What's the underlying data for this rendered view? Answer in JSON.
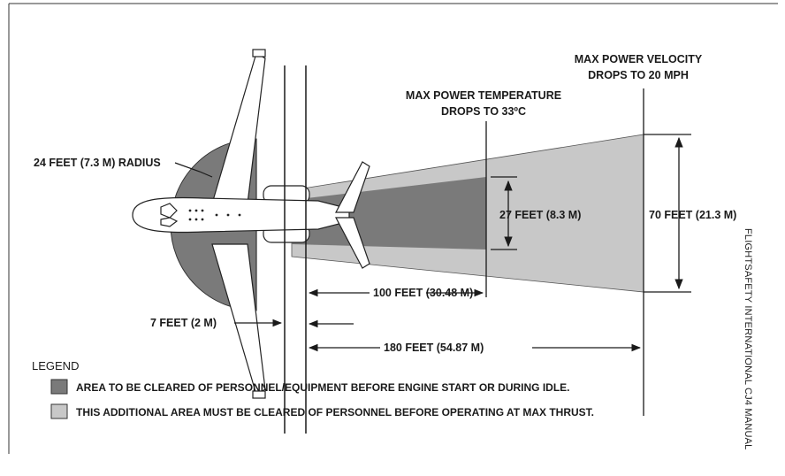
{
  "labels": {
    "max_power_velocity_line1": "MAX POWER VELOCITY",
    "max_power_velocity_line2": "DROPS TO 20 MPH",
    "max_power_temp_line1": "MAX POWER TEMPERATURE",
    "max_power_temp_line2": "DROPS TO 33ºC",
    "radius": "24 FEET (7.3 M) RADIUS",
    "width_inner": "27 FEET (8.3 M)",
    "width_outer": "70 FEET (21.3 M)",
    "dist_100": "100 FEET (30.48 M)",
    "dist_180": "180 FEET (54.87 M)",
    "dist_7": "7 FEET (2 M)"
  },
  "legend": {
    "title": "LEGEND",
    "items": [
      {
        "text": "AREA TO BE CLEARED OF PERSONNEL/EQUIPMENT BEFORE ENGINE START OR DURING IDLE.",
        "color": "#7a7a7a"
      },
      {
        "text": "THIS ADDITIONAL AREA MUST BE CLEARED OF PERSONNEL BEFORE OPERATING AT MAX THRUST.",
        "color": "#c8c8c8"
      }
    ]
  },
  "side_caption": "FLIGHTSAFETY INTERNATIONAL CJ4 MANUAL",
  "colors": {
    "dark_zone": "#7a7a7a",
    "light_zone": "#c8c8c8",
    "line": "#1a1a1a"
  }
}
